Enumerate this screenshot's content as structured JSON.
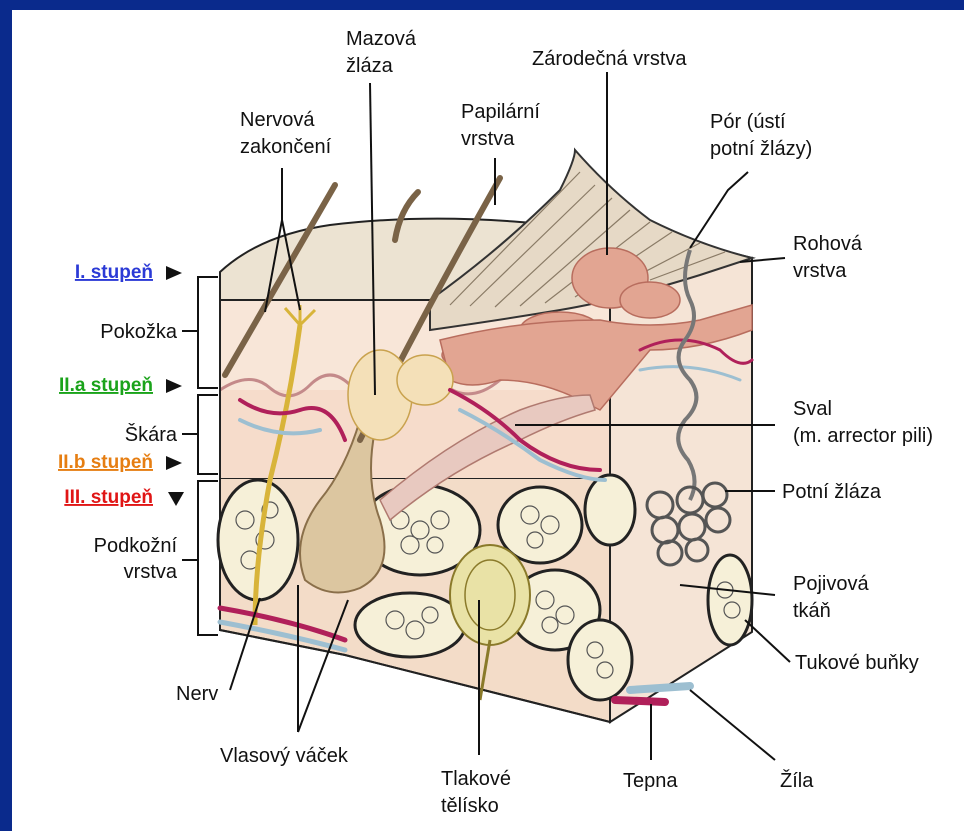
{
  "colors": {
    "frame": "#0a2a8c",
    "degree_1": "#2b3ad6",
    "degree_2a": "#1aa31a",
    "degree_2b": "#e67e12",
    "degree_3": "#e01515"
  },
  "degrees": {
    "d1": "I. stupeň",
    "d2a": "II.a stupeň",
    "d2b": "II.b stupeň",
    "d3": "III. stupeň"
  },
  "layers": {
    "pokozka": "Pokožka",
    "skara": "Škára",
    "podkozni_1": "Podkožní",
    "podkozni_2": "vrstva"
  },
  "labels": {
    "mazova_1": "Mazová",
    "mazova_2": "žláza",
    "zarodecna": "Zárodečná vrstva",
    "nervova_1": "Nervová",
    "nervova_2": "zakončení",
    "papilarni_1": "Papilární",
    "papilarni_2": "vrstva",
    "por_1": "Pór (ústí",
    "por_2": "potní žlázy)",
    "rohova_1": "Rohová",
    "rohova_2": "vrstva",
    "sval_1": "Sval",
    "sval_2": "(m. arrector pili)",
    "potni": "Potní žláza",
    "pojivova_1": "Pojivová",
    "pojivova_2": "tkáň",
    "tukove": "Tukové buňky",
    "nerv": "Nerv",
    "vlasovy": "Vlasový váček",
    "tlakove_1": "Tlakové",
    "tlakove_2": "tělísko",
    "tepna": "Tepna",
    "zila": "Žíla"
  },
  "icons": [
    "arrow-right-icon",
    "arrow-down-icon"
  ]
}
